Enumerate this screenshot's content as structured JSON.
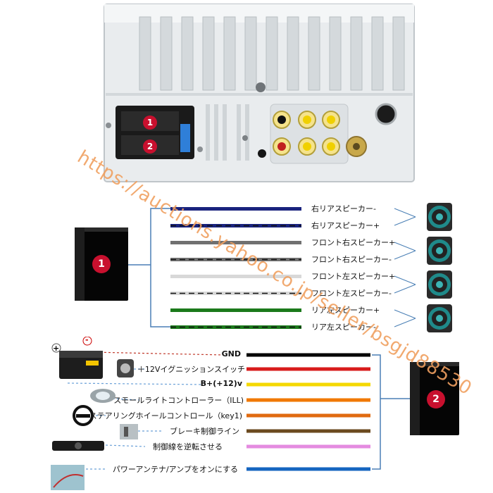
{
  "connector_badges": [
    "1",
    "2"
  ],
  "harness_1": {
    "badge": "1",
    "wires": [
      {
        "label": "右リアスピーカー-",
        "color": "#1a237e",
        "stripe": false
      },
      {
        "label": "右リアスピーカー+",
        "color": "#1a237e",
        "stripe": true
      },
      {
        "label": "フロント右スピーカー+",
        "color": "#707070",
        "stripe": false
      },
      {
        "label": "フロント右スピーカー-",
        "color": "#707070",
        "stripe": true
      },
      {
        "label": "フロント左スピーカー+",
        "color": "#d8d8d8",
        "stripe": false
      },
      {
        "label": "フロント左スピーカー-",
        "color": "#d8d8d8",
        "stripe": true
      },
      {
        "label": "リア左スピーカー+",
        "color": "#1b7a1b",
        "stripe": false
      },
      {
        "label": "リア左スピーカー-",
        "color": "#1b7a1b",
        "stripe": true
      }
    ]
  },
  "harness_2": {
    "badge": "2",
    "wires": [
      {
        "label": "GND",
        "color": "#000000",
        "icon": "battery-icon"
      },
      {
        "label": "＋12Vイグニッションスイッチ",
        "color": "#d81b1b",
        "icon": "ignition-key-icon"
      },
      {
        "label": "B+(+12)v",
        "color": "#f5d800",
        "icon": ""
      },
      {
        "label": "スモールライトコントローラー（ILL)",
        "color": "#f07800",
        "icon": "headlight-icon"
      },
      {
        "label": "ステアリングホイールコントロール（key1)",
        "color": "#e06a10",
        "icon": "steering-wheel-icon"
      },
      {
        "label": "ブレーキ制御ライン",
        "color": "#6b4a1f",
        "icon": "brake-icon"
      },
      {
        "label": "制御線を逆転させる",
        "color": "#e48be0",
        "icon": "backup-camera-icon"
      },
      {
        "label": "パワーアンテナ/アンプをオンにする",
        "color": "#1565c0",
        "icon": "antenna-icon"
      }
    ]
  },
  "battery": {
    "plus": "+",
    "minus": "-"
  },
  "watermark": "https://auctions.yahoo.co.jp/seller/bsgjd88530",
  "colors": {
    "badge": "#c8102e",
    "bracket": "#4a7fb5",
    "dashed": "#6aa0d8"
  }
}
